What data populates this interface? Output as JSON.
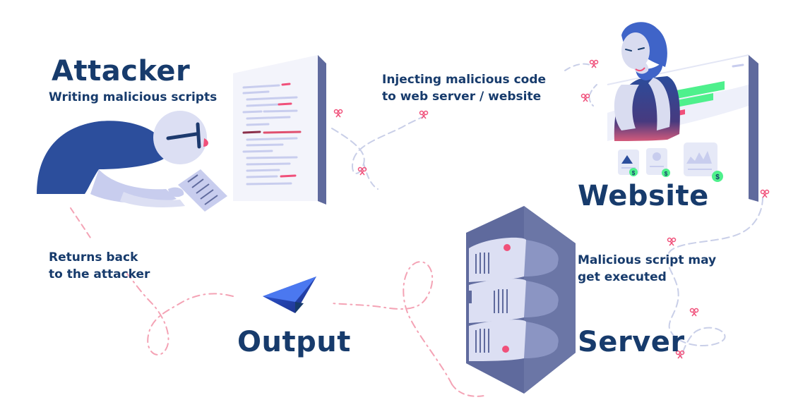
{
  "labels": {
    "attacker_title": "Attacker",
    "attacker_sub": "Writing malicious scripts",
    "inject": "Injecting malicious code\nto web server / website",
    "website_title": "Website",
    "malicious_exec": "Malicious script may\nget executed",
    "server_title": "Server",
    "output_title": "Output",
    "returns": "Returns back\nto the attacker"
  },
  "website_card_prices": [
    "$",
    "$",
    "$"
  ],
  "colors": {
    "navy": "#173b6c",
    "blue": "#2c4e9c",
    "slate": "#6b76a6",
    "lavender": "#c8cdee",
    "coral": "#f0507a",
    "green": "#4ef08c",
    "dashes": "#c9cfe8"
  }
}
